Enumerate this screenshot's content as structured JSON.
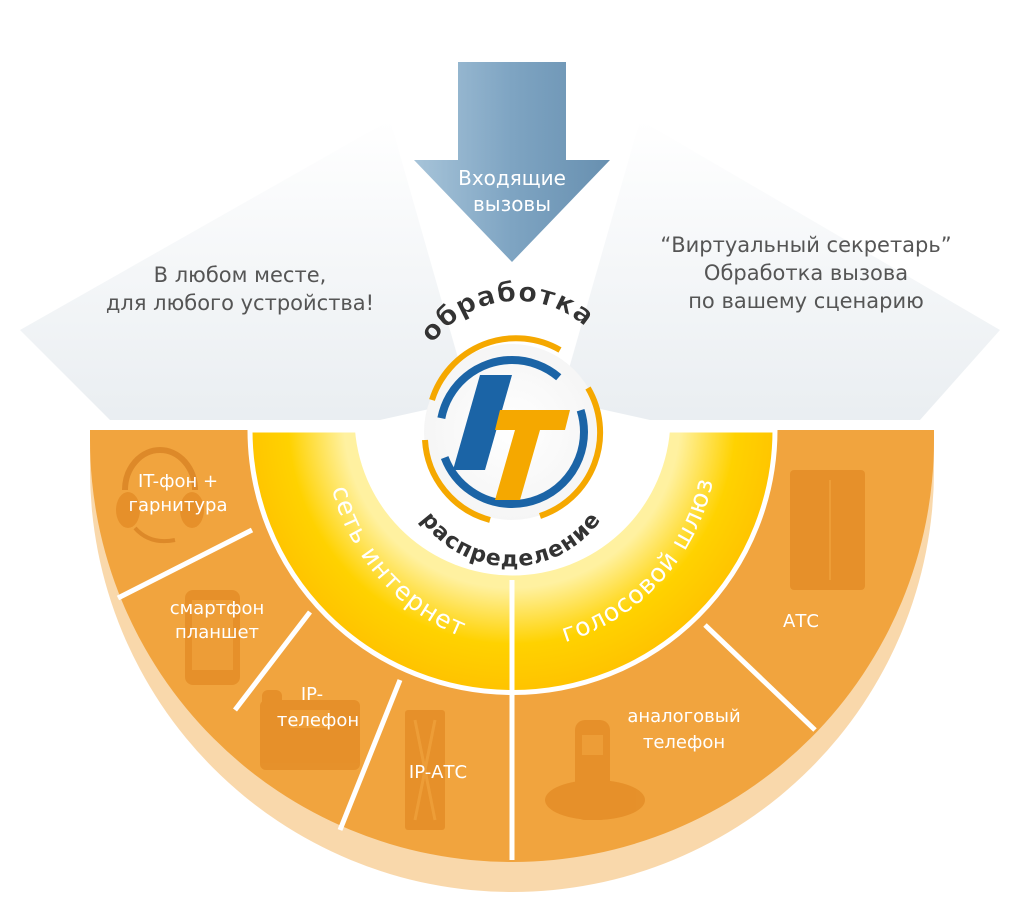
{
  "incoming": {
    "label_line1": "Входящие",
    "label_line2": "вызовы"
  },
  "left_caption": {
    "line1": "В любом месте,",
    "line2": "для любого устройства!"
  },
  "right_caption": {
    "line1": "“Виртуальный секретарь”",
    "line2": "Обработка вызова",
    "line3": "по вашему сценарию"
  },
  "hub": {
    "logo_text": "IT",
    "top_arc_label": "обработка",
    "bottom_arc_label": "распределение"
  },
  "inner_ring": {
    "left_label": "сеть интернет",
    "right_label": "голосовой шлюз"
  },
  "devices": {
    "it_phone": {
      "line1": "IT-фон +",
      "line2": "гарнитура"
    },
    "smartphone": {
      "line1": "смартфон",
      "line2": "планшет"
    },
    "ip_phone": {
      "line1": "IP-",
      "line2": "телефон"
    },
    "ip_pbx": {
      "line1": "IP-АТС"
    },
    "analog_phone": {
      "line1": "аналоговый",
      "line2": "телефон"
    },
    "pbx": {
      "line1": "АТС"
    }
  },
  "colors": {
    "outer_ring": "#f0a03a",
    "outer_ring_dark": "#e08a1e",
    "inner_ring": "#ffc800",
    "inner_ring_light": "#ffd84a",
    "arrow": "#7fa6c4",
    "arrow_light": "#a9c5da",
    "logo_blue": "#1b64a6",
    "logo_yellow": "#f5a800",
    "text_gray": "#555555"
  }
}
